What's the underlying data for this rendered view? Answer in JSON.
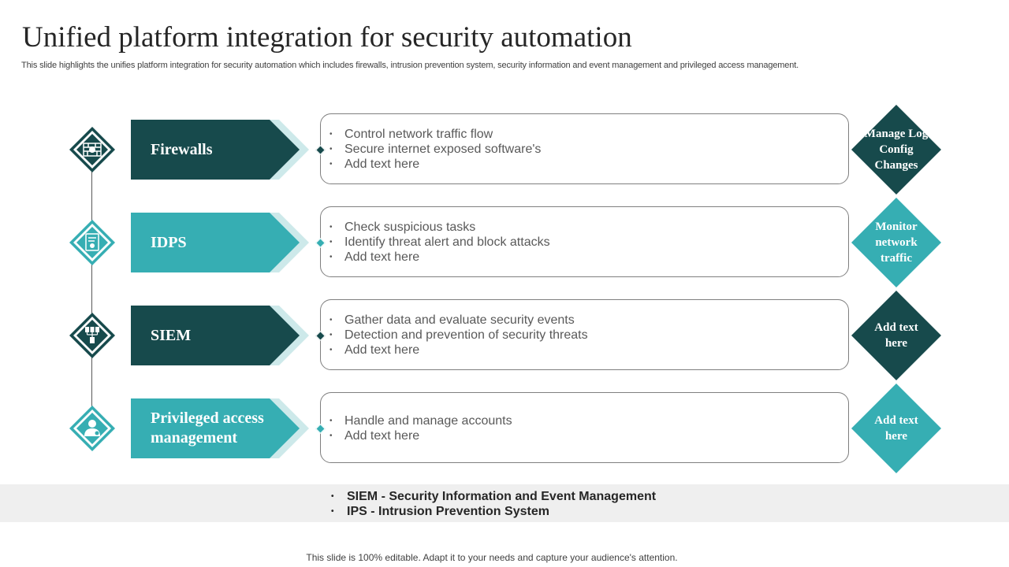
{
  "title": "Unified platform integration for security automation",
  "subtitle": "This slide highlights the unifies platform integration for security automation which includes firewalls, intrusion prevention system, security information and event management and privileged access management.",
  "colors": {
    "dark_teal": "#174a4c",
    "light_teal": "#36aeb3",
    "arrow_shadow": "#cde9ea",
    "legend_bg": "#efefef"
  },
  "rows": [
    {
      "label": "Firewalls",
      "icon": "firewall-icon",
      "theme": "dark",
      "bullets": [
        "Control network traffic flow",
        "Secure internet exposed software's",
        "Add text here"
      ],
      "side": "Manage Log Config Changes"
    },
    {
      "label": "IDPS",
      "icon": "alert-document-icon",
      "theme": "light",
      "bullets": [
        "Check suspicious tasks",
        "Identify  threat alert and block attacks",
        "Add text here"
      ],
      "side": "Monitor network traffic"
    },
    {
      "label": "SIEM",
      "icon": "network-servers-icon",
      "theme": "dark",
      "bullets": [
        "Gather data and evaluate security events",
        "Detection and prevention  of security threats",
        "Add text here"
      ],
      "side": "Add text here"
    },
    {
      "label": "Privileged access management",
      "icon": "user-access-icon",
      "theme": "light",
      "bullets": [
        "Handle and manage accounts",
        "Add text here"
      ],
      "side": "Add text here"
    }
  ],
  "legend": [
    "SIEM - Security Information and Event Management",
    "IPS -   Intrusion Prevention System"
  ],
  "footer": "This slide is 100% editable. Adapt it to your needs and capture your audience's attention."
}
